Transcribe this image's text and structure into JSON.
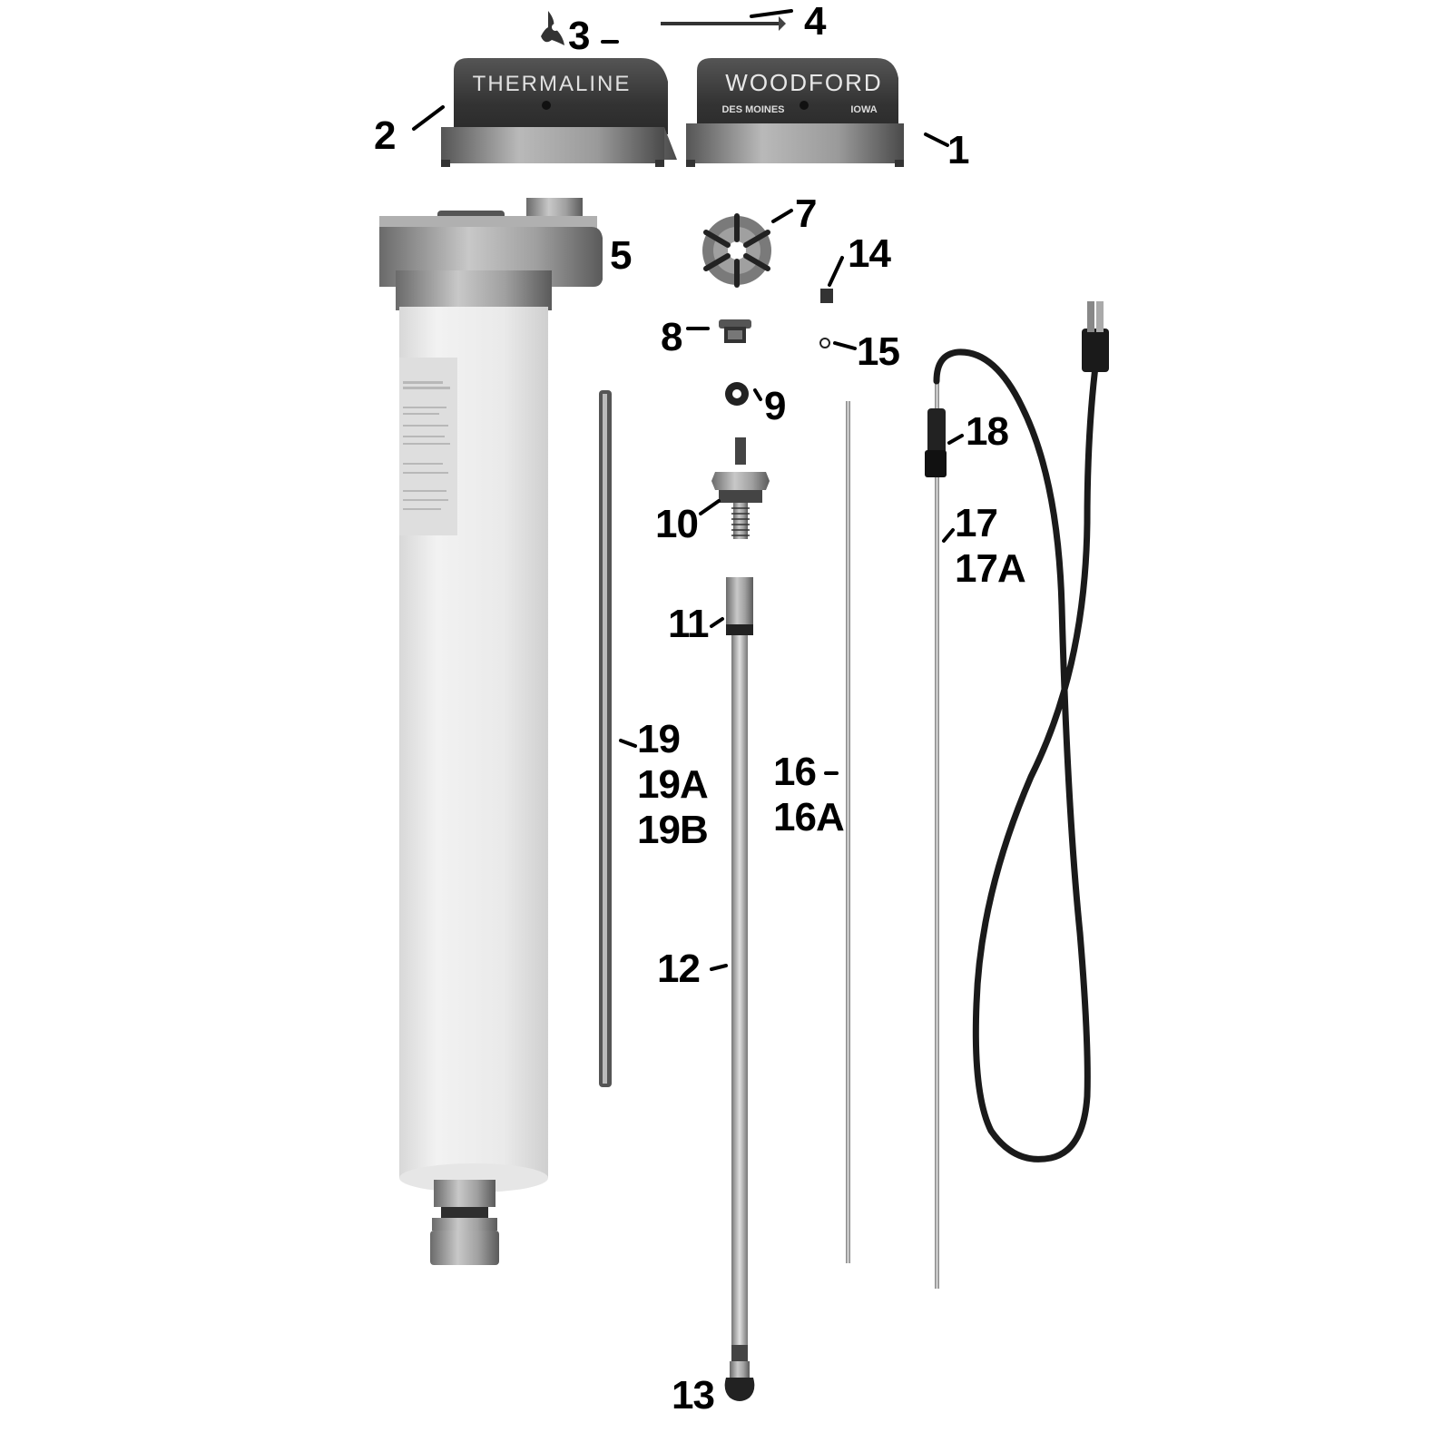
{
  "diagram": {
    "type": "exploded-parts-diagram",
    "product_markings": {
      "cover_left_text": "THERMALINE",
      "cover_right_text": "WOODFORD",
      "cover_right_city": "DES MOINES",
      "cover_right_state": "IOWA"
    },
    "callouts": [
      {
        "id": "1",
        "label": "1",
        "part": "woodford-cover"
      },
      {
        "id": "2",
        "label": "2",
        "part": "thermaline-cover"
      },
      {
        "id": "3",
        "label": "3",
        "part": "wing-nut"
      },
      {
        "id": "4",
        "label": "4",
        "part": "cover-bolt"
      },
      {
        "id": "5",
        "label": "5",
        "part": "cylinder-head-casting"
      },
      {
        "id": "7",
        "label": "7",
        "part": "cam-star-wheel"
      },
      {
        "id": "8",
        "label": "8",
        "part": "packing-nut"
      },
      {
        "id": "9",
        "label": "9",
        "part": "washer"
      },
      {
        "id": "10",
        "label": "10",
        "part": "plunger-valve-stem"
      },
      {
        "id": "11",
        "label": "11",
        "part": "rod-coupling"
      },
      {
        "id": "12",
        "label": "12",
        "part": "operating-rod"
      },
      {
        "id": "13",
        "label": "13",
        "part": "plunger-bottom"
      },
      {
        "id": "14",
        "label": "14",
        "part": "small-sleeve"
      },
      {
        "id": "15",
        "label": "15",
        "part": "o-ring"
      },
      {
        "id": "16",
        "label": "16",
        "label2": "16A",
        "part": "thin-rod"
      },
      {
        "id": "17",
        "label": "17",
        "label2": "17A",
        "part": "heat-tape-element"
      },
      {
        "id": "18",
        "label": "18",
        "part": "cord-connector"
      },
      {
        "id": "19",
        "label": "19",
        "label2": "19A",
        "label3": "19B",
        "part": "long-rod"
      }
    ],
    "colors": {
      "ink": "#000000",
      "background": "#ffffff",
      "metal_dark": "#3a3a3a",
      "metal_mid": "#8a8a8a",
      "metal_light": "#d0d0d0",
      "cylinder": "#e8e8e8"
    }
  }
}
